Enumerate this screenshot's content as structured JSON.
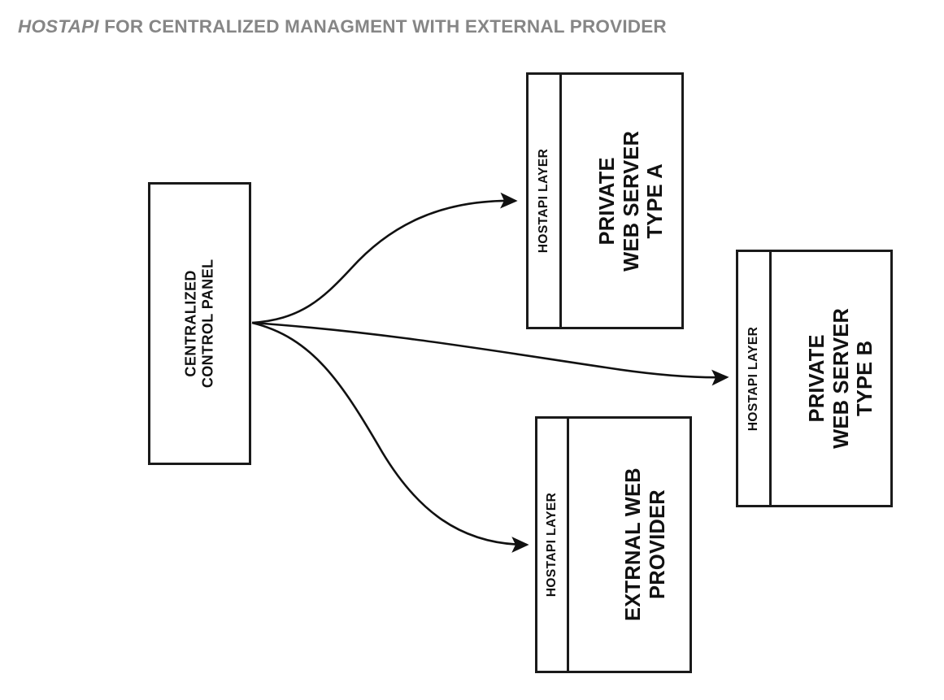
{
  "title": {
    "emphasis": "HOSTAPI",
    "rest": " FOR CENTRALIZED MANAGMENT WITH EXTERNAL PROVIDER",
    "full": "HOSTAPI FOR CENTRALIZED MANAGMENT WITH EXTERNAL PROVIDER",
    "color": "#868686"
  },
  "colors": {
    "stroke": "#1a1a1a",
    "text": "#111111",
    "title": "#868686",
    "background": "#ffffff"
  },
  "nodes": {
    "control_panel": {
      "label": "CENTRALIZED\nCONTROL PANEL",
      "line1": "CENTRALIZED",
      "line2": "CONTROL PANEL"
    },
    "server_a": {
      "layer_label": "HOSTAPI LAYER",
      "line1": "PRIVATE",
      "line2": "WEB SERVER",
      "line3": "TYPE A"
    },
    "server_b": {
      "layer_label": "HOSTAPI LAYER",
      "line1": "PRIVATE",
      "line2": "WEB SERVER",
      "line3": "TYPE B"
    },
    "external_provider": {
      "layer_label": "HOSTAPI LAYER",
      "line1": "EXTRNAL WEB",
      "line2": "PROVIDER"
    }
  },
  "connections": [
    {
      "name": "control-panel-to-server-a",
      "from": "control_panel",
      "to": "server_a",
      "style": "curved-arrow"
    },
    {
      "name": "control-panel-to-server-b",
      "from": "control_panel",
      "to": "server_b",
      "style": "curved-arrow"
    },
    {
      "name": "control-panel-to-external-provider",
      "from": "control_panel",
      "to": "external_provider",
      "style": "curved-arrow"
    }
  ]
}
